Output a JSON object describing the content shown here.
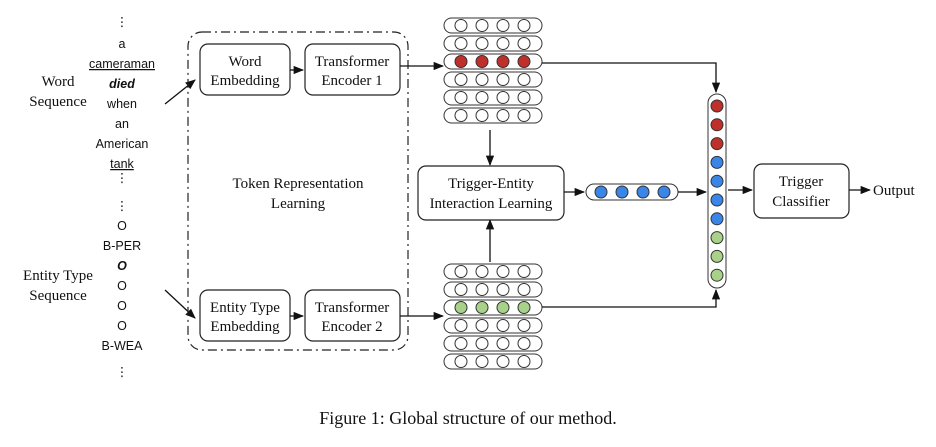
{
  "caption": "Figure 1: Global structure of our method.",
  "word_sequence": {
    "label": [
      "Word",
      "Sequence"
    ],
    "tokens": [
      "⋮",
      "a",
      "cameraman",
      "died",
      "when",
      "an",
      "American",
      "tank",
      "⋮"
    ]
  },
  "entity_sequence": {
    "label": [
      "Entity Type",
      "Sequence"
    ],
    "tokens": [
      "⋮",
      "O",
      "B-PER",
      "O",
      "O",
      "O",
      "O",
      "B-WEA",
      "⋮"
    ]
  },
  "group_label": [
    "Token Representation",
    "Learning"
  ],
  "boxes": {
    "word_embedding": [
      "Word",
      "Embedding"
    ],
    "transformer_1": [
      "Transformer",
      "Encoder 1"
    ],
    "entity_embedding": [
      "Entity Type",
      "Embedding"
    ],
    "transformer_2": [
      "Transformer",
      "Encoder 2"
    ],
    "interaction": [
      "Trigger-Entity",
      "Interaction Learning"
    ],
    "classifier": [
      "Trigger",
      "Classifier"
    ]
  },
  "output_label": "Output",
  "colors": {
    "trigger_red": "#c0302b",
    "trigger_word": "#c62828",
    "interaction_blue": "#3a86e8",
    "entity_green": "#a8d28a",
    "entity_word": "#8cc46a"
  }
}
